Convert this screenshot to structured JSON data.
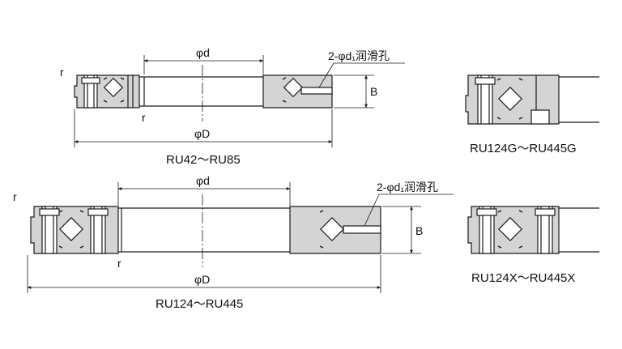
{
  "colors": {
    "outline": "#1a1a1a",
    "fill": "#d4d4d4",
    "background": "#ffffff"
  },
  "labels": {
    "d": "φd",
    "D": "φD",
    "B": "B",
    "r": "r",
    "lube": "2-φd₁润滑孔"
  },
  "captions": {
    "top_left": "RU42～RU85",
    "top_right": "RU124G～RU445G",
    "bottom_left": "RU124～RU445",
    "bottom_right": "RU124X～RU445X"
  }
}
